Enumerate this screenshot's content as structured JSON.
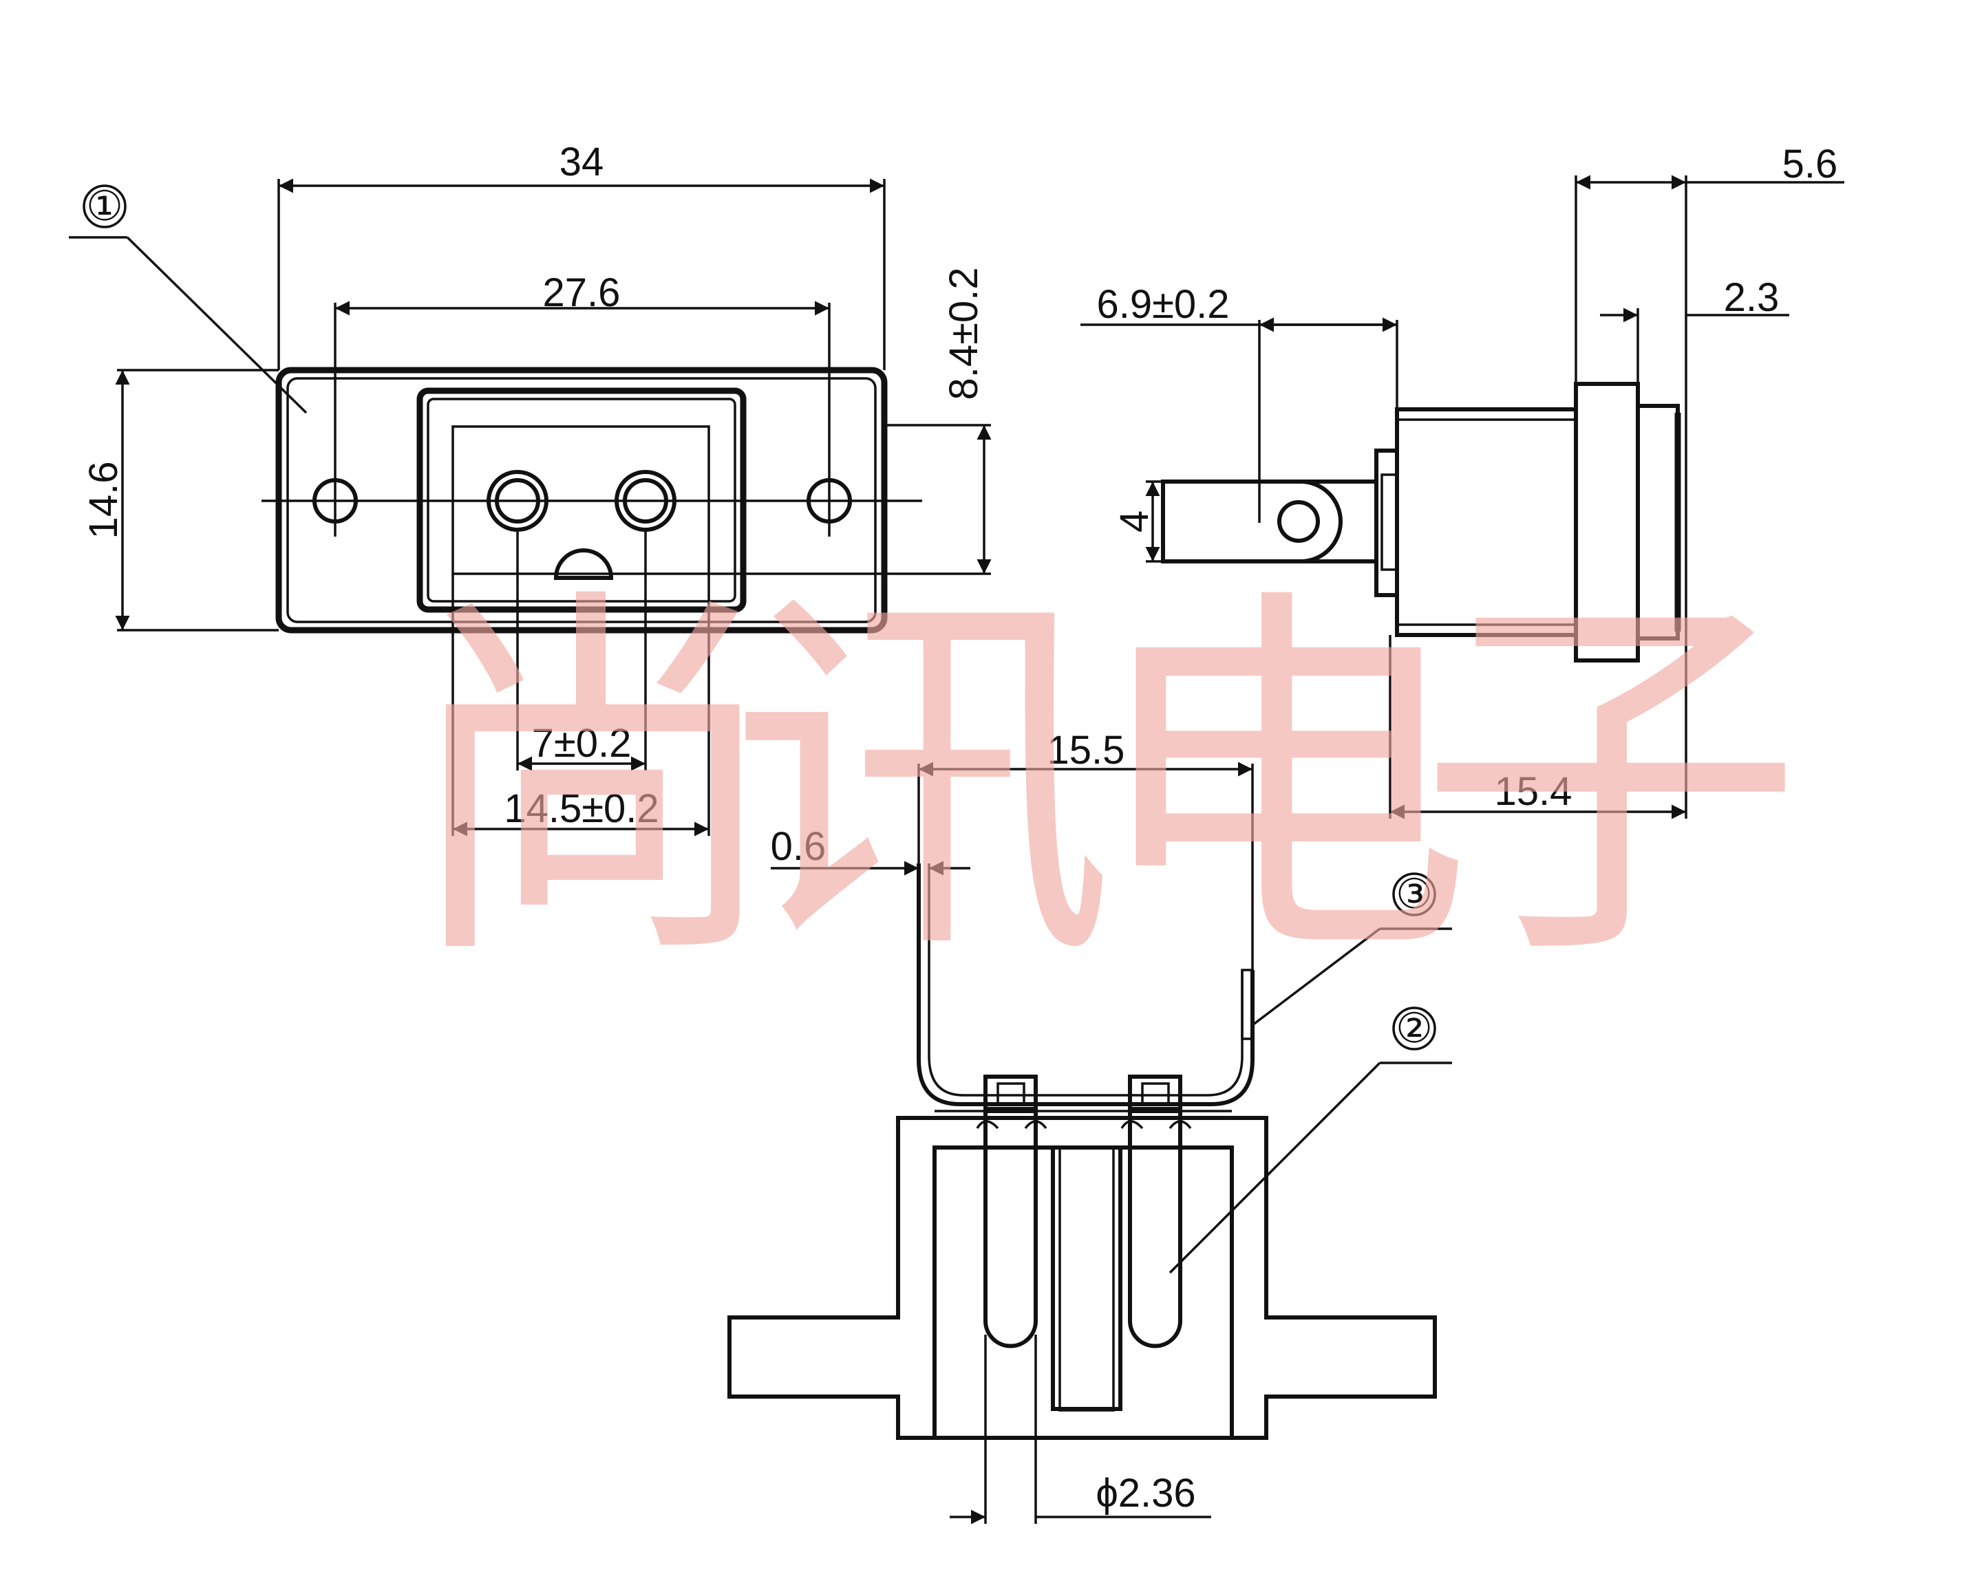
{
  "watermark": [
    "尚",
    "讯",
    "电",
    "子"
  ],
  "front_view": {
    "dims": {
      "overall_width": "34",
      "hole_pitch": "27.6",
      "height": "14.6",
      "depth": "8.4±0.2",
      "pin_pitch": "7±0.2",
      "opening_width": "14.5±0.2"
    },
    "callout": "①"
  },
  "side_view": {
    "dims": {
      "total": "5.6",
      "flange": "2.3",
      "terminal_offset": "6.9±0.2",
      "terminal_width": "4",
      "body_length": "15.4"
    }
  },
  "section_view": {
    "dims": {
      "shell_width": "15.5",
      "shell_thickness": "0.6",
      "pin_diameter": "ϕ2.36"
    },
    "callouts": [
      "③",
      "②"
    ]
  }
}
